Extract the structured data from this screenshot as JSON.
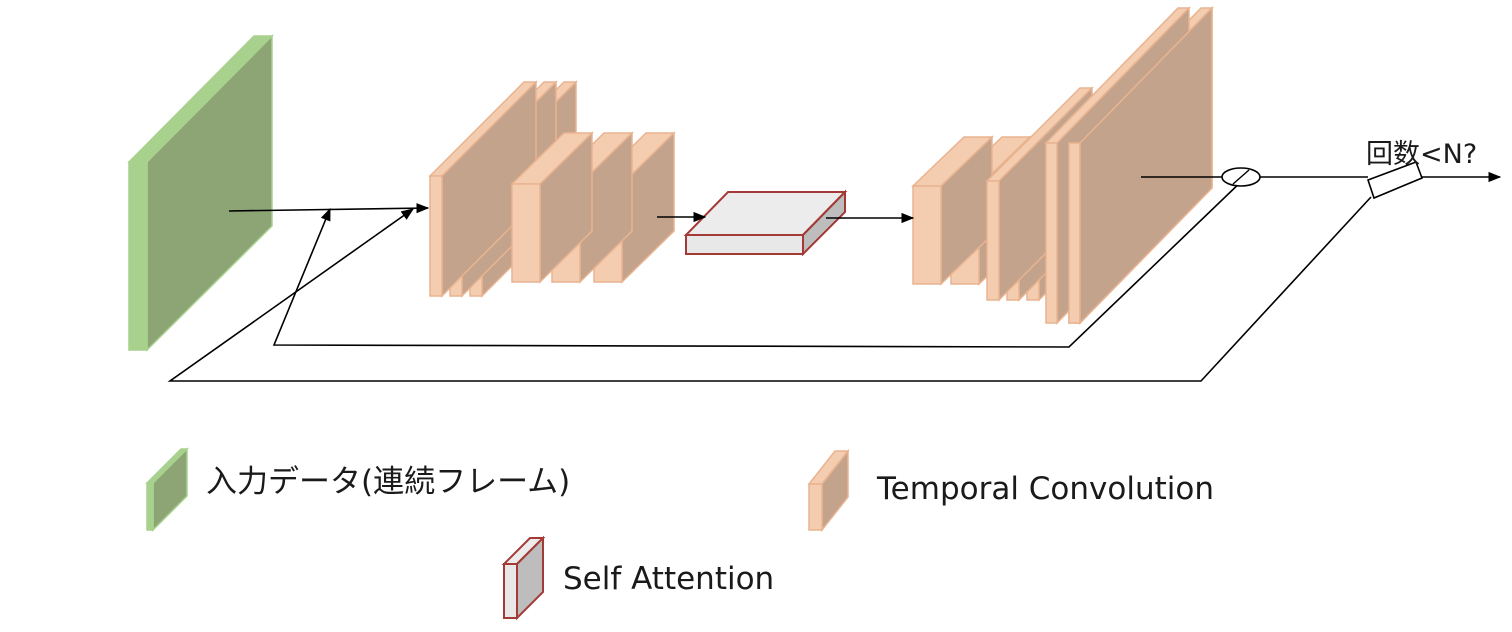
{
  "loop_condition": "回数<N?",
  "legend": {
    "input": "入力データ(連続フレーム)",
    "temporal_conv": "Temporal Convolution",
    "self_attention": "Self Attention"
  },
  "colors": {
    "input_front": "#8da574",
    "input_light": "#a9d18e",
    "conv_front": "#f4ccb0",
    "conv_side": "#c4a38d",
    "conv_stroke": "#e9b38f",
    "attn_top": "#ececec",
    "attn_side": "#bdbdbd",
    "attn_stroke": "#a33a35",
    "line": "#000000"
  }
}
